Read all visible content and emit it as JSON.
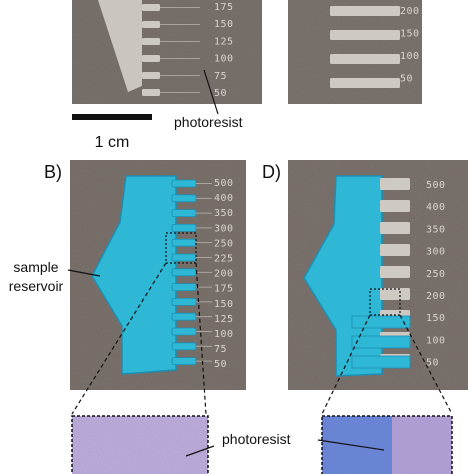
{
  "figure": {
    "panel_labels": {
      "b": "B)",
      "d": "D)"
    },
    "scalebar_label": "1 cm",
    "annotations": {
      "photoresist_top": "photoresist",
      "sample_reservoir_line1": "sample",
      "sample_reservoir_line2": "reservoir",
      "photoresist_bottom": "photoresist"
    },
    "ticks_top_a": [
      "175",
      "150",
      "125",
      "100",
      "75",
      "50"
    ],
    "ticks_top_c": [
      "200",
      "150",
      "100",
      "50"
    ],
    "ticks_b": [
      "500",
      "400",
      "350",
      "300",
      "250",
      "225",
      "200",
      "175",
      "150",
      "125",
      "100",
      "75",
      "50"
    ],
    "ticks_d": [
      "500",
      "400",
      "350",
      "300",
      "250",
      "200",
      "150",
      "100",
      "50"
    ],
    "colors": {
      "background": "#ffffff",
      "substrate": "#6f6661",
      "substrate_dark": "#5a524e",
      "channel_cyan": "#2fb7d6",
      "channel_edge": "#1b8fb3",
      "pad_light": "#cfc9c4",
      "zoom_purple": "#a995cf",
      "zoom_blue": "#4f6fd1",
      "zoom_pink": "#d8a2cf",
      "ink": "#111111"
    }
  }
}
